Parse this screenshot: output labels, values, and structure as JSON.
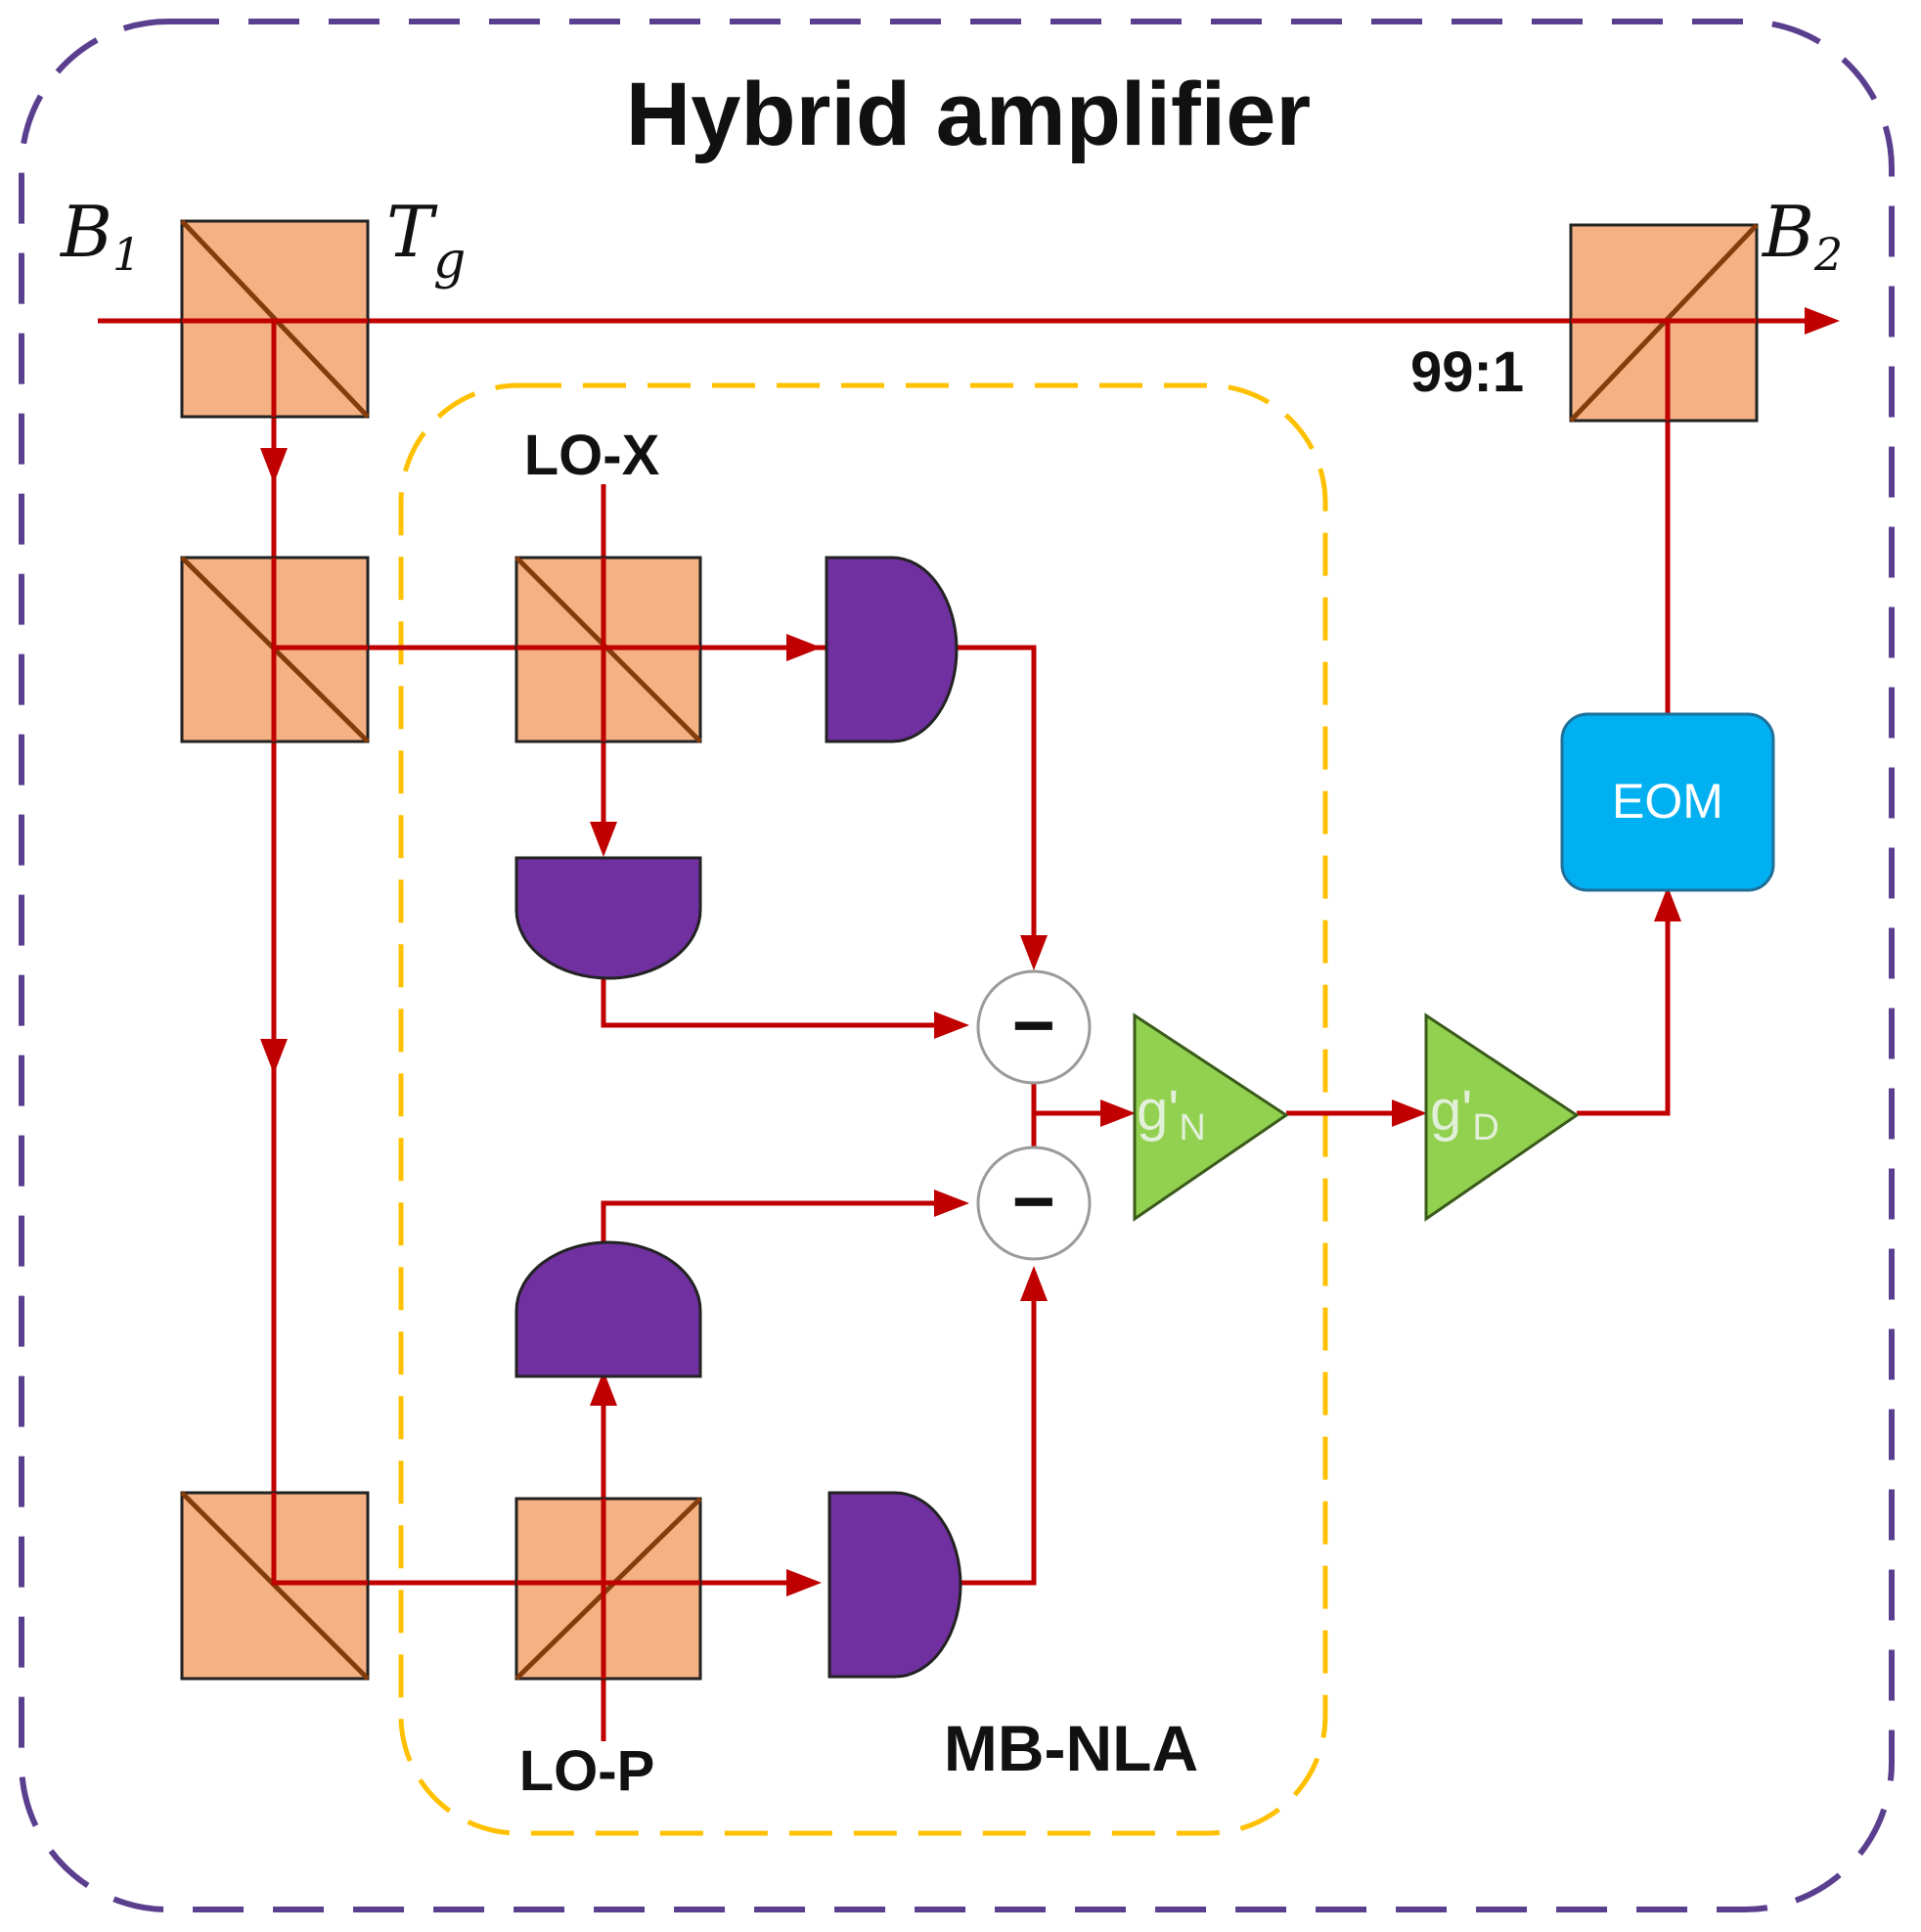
{
  "title": "Hybrid amplifier",
  "labels": {
    "input_port": "B",
    "input_sub": "1",
    "output_port": "B",
    "output_sub": "2",
    "tap": "T",
    "tap_sub": "g",
    "split_ratio": "99:1",
    "lo_x": "LO-X",
    "lo_p": "LO-P",
    "nla": "MB-NLA"
  },
  "blocks": {
    "eom": "EOM",
    "subtract_symbol": "−",
    "gain_n_main": "g'",
    "gain_n_sub": "N",
    "gain_d_main": "g'",
    "gain_d_sub": "D"
  },
  "colors": {
    "beam": "#c00000",
    "splitter_fill": "#f4b183",
    "splitter_diag": "#843c0c",
    "detector": "#7030a0",
    "amplifier": "#92d050",
    "amplifier_text": "#e2f0d9",
    "eom_fill": "#00b0f0",
    "outer_border": "#5b3f8f",
    "nla_border": "#ffc000"
  }
}
